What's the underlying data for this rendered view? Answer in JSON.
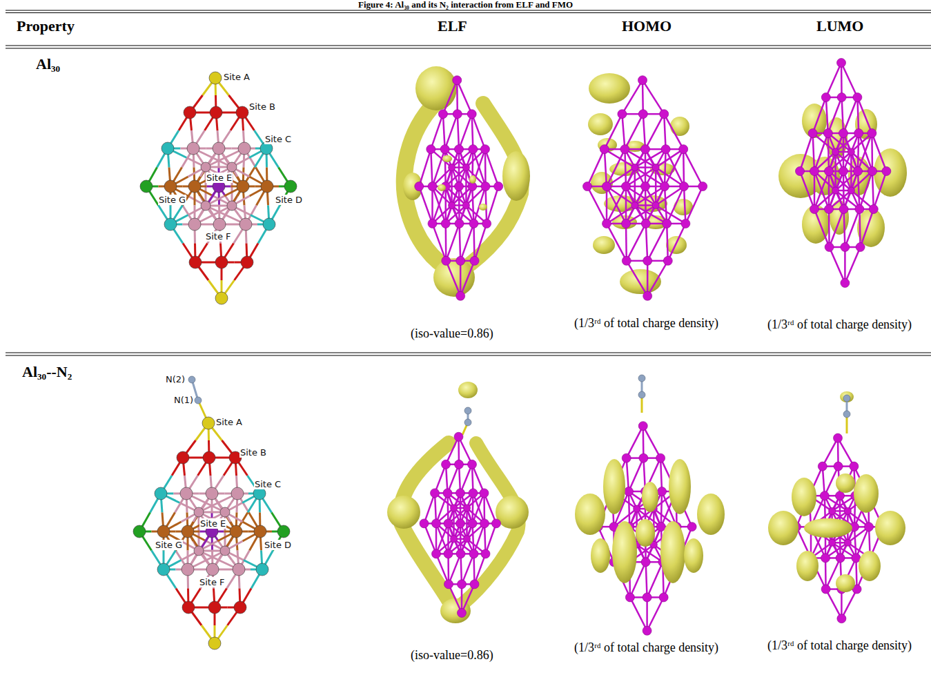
{
  "diagram": {
    "title": "Figure 4: Al₃₀ and its N₂ interaction from ELF and FMO",
    "labels": [
      "Property",
      "ELF",
      "HOMO",
      "LUMO",
      "Al₃₀",
      "Site A",
      "Site B",
      "Site C",
      "Site E",
      "Site G",
      "Site D",
      "Site F",
      "(iso-value=0.86)",
      "(1/3ʳᵈ of total charge density)",
      "(1/3ʳᵈ of total charge density)",
      "Al₃₀--N₂",
      "N(2)",
      "N(1)",
      "Site A",
      "Site B",
      "Site C",
      "Site E",
      "Site G",
      "Site D",
      "Site F",
      "(iso-value=0.86)",
      "(1/3ʳᵈ of total charge density)",
      "(1/3ʳᵈ of total charge density)"
    ]
  }
}
